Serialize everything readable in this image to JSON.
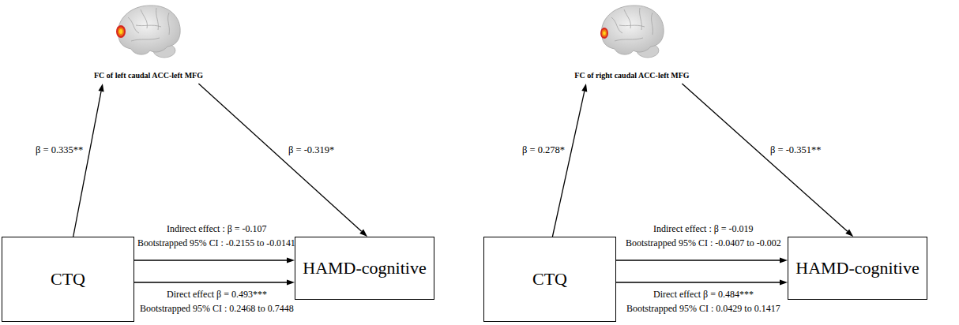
{
  "diagram": {
    "nodes": [
      {
        "text": [
          "FC of left caudal ACC-left MFG"
        ]
      },
      {
        "text": [
          "CTQ"
        ]
      },
      {
        "text": [
          "HAMD-cognitive"
        ]
      },
      {
        "text": [
          "FC of right caudal ACC-left MFG"
        ]
      },
      {
        "text": [
          "CTQ"
        ]
      },
      {
        "text": [
          "HAMD-cognitive"
        ]
      }
    ],
    "edges": [
      {
        "from": 1,
        "to": 0,
        "arrow": "to",
        "label": "β = 0.335**"
      },
      {
        "from": 0,
        "to": 2,
        "arrow": "to",
        "label": "β = -0.319*"
      },
      {
        "from": 1,
        "to": 2,
        "arrow": "to",
        "label": "Indirect effect : β = -0.107"
      },
      {
        "from": 1,
        "to": 2,
        "arrow": "to",
        "label": "Direct effect β = 0.493***"
      },
      {
        "from": 4,
        "to": 3,
        "arrow": "to",
        "label": "β = 0.278*"
      },
      {
        "from": 3,
        "to": 5,
        "arrow": "to",
        "label": "β = -0.351**"
      },
      {
        "from": 4,
        "to": 5,
        "arrow": "to",
        "label": "Indirect effect : β = -0.019"
      },
      {
        "from": 4,
        "to": 5,
        "arrow": "to",
        "label": "Direct effect β = 0.484***"
      }
    ],
    "labels": [
      "Bootstrapped 95% CI : -0.2155 to -0.0141",
      "Bootstrapped 95% CI : 0.2468 to 0.7448",
      "Bootstrapped 95% CI : -0.0407 to -0.002",
      "Bootstrapped 95% CI : 0.0429 to 0.1417"
    ]
  }
}
